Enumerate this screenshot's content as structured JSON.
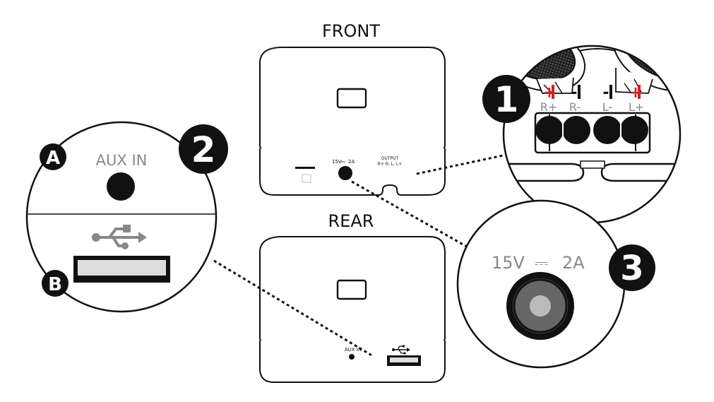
{
  "views": {
    "front": {
      "title": "FRONT",
      "power_label": "15V",
      "power_symbol": "⎓",
      "power_current": "2A",
      "output_label": "OUTPUT",
      "output_pins": "R+  R-  L-  L+"
    },
    "rear": {
      "title": "REAR",
      "aux_label": "AUX IN"
    }
  },
  "callouts": {
    "c1": {
      "number": "1",
      "terminals": [
        {
          "label": "R+",
          "polarity": "+",
          "polarity_color": "#d81e1e"
        },
        {
          "label": "R-",
          "polarity": "-",
          "polarity_color": "#111111"
        },
        {
          "label": "L-",
          "polarity": "-",
          "polarity_color": "#111111"
        },
        {
          "label": "L+",
          "polarity": "+",
          "polarity_color": "#d81e1e"
        }
      ]
    },
    "c2": {
      "number": "2",
      "aux_label": "AUX IN",
      "badge_a": "A",
      "badge_b": "B",
      "usb_icon": "usb-icon"
    },
    "c3": {
      "number": "3",
      "power_label": "15V",
      "power_symbol": "⎓",
      "power_current": "2A"
    }
  },
  "colors": {
    "line": "#111111",
    "label_gray": "#888888",
    "plus_red": "#d81e1e",
    "port_gray": "#dddddd"
  }
}
